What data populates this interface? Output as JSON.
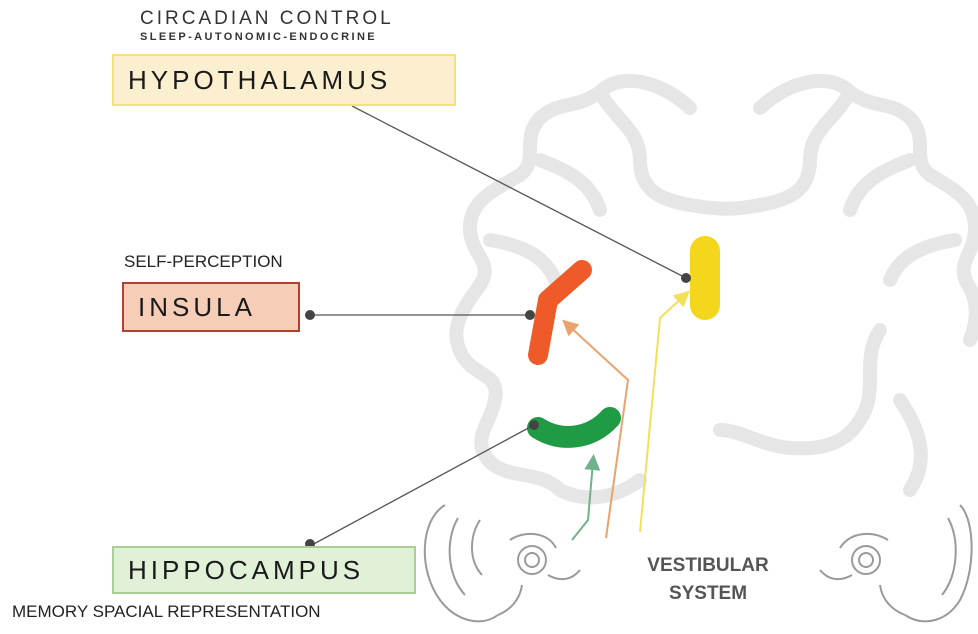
{
  "hypothalamus": {
    "caption": "CIRCADIAN CONTROL",
    "subcaption": "SLEEP-AUTONOMIC-ENDOCRINE",
    "label": "HYPOTHALAMUS"
  },
  "insula": {
    "caption": "SELF-PERCEPTION",
    "label": "INSULA"
  },
  "hippocampus": {
    "label": "HIPPOCAMPUS",
    "caption": "MEMORY SPACIAL REPRESENTATION"
  },
  "vestibular": {
    "line1": "VESTIBULAR",
    "line2": "SYSTEM"
  },
  "colors": {
    "hypothalamus": "#f4d71c",
    "insula": "#ef5b28",
    "hippocampus": "#1f9a45",
    "brain_outline": "#e6e6e6",
    "connector": "#555555",
    "arrow_orange": "#e9a36c",
    "arrow_yellow": "#f3e05a",
    "arrow_green": "#6fb38a"
  }
}
